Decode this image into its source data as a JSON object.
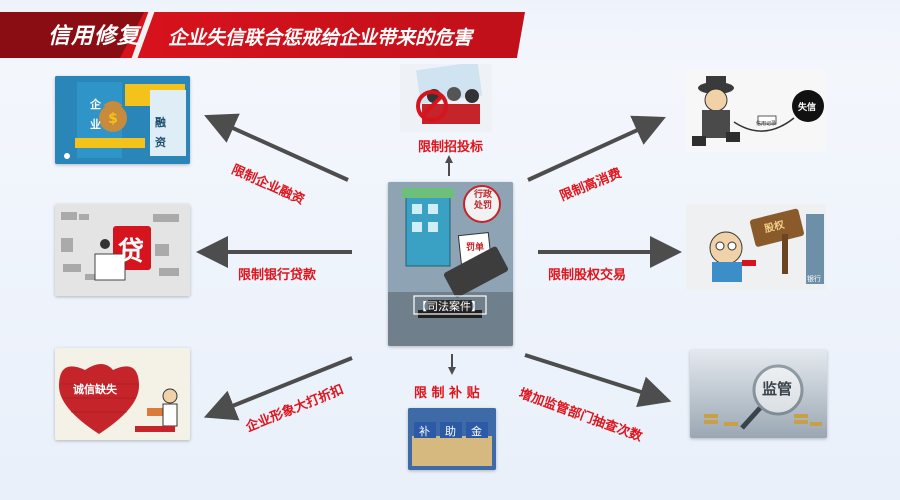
{
  "header": {
    "tag": "信用修复",
    "title": "企业失信联合惩戒给企业带来的危害"
  },
  "center": {
    "caption": "【司法案件】",
    "stamp_text": "行政处罚",
    "book_text": "罚单"
  },
  "branches": {
    "financing": {
      "label": "限制企业融资",
      "img_texts": [
        "企",
        "业",
        "融",
        "资"
      ]
    },
    "bank_loan": {
      "label": "限制银行贷款",
      "img_text": "贷"
    },
    "image": {
      "label": "企业形象大打折扣",
      "img_text": "诚信缺失"
    },
    "bidding": {
      "label": "限制招投标"
    },
    "subsidy": {
      "label": "限 制 补 贴",
      "img_texts": [
        "补",
        "助",
        "金"
      ]
    },
    "consumption": {
      "label": "限制高消费",
      "img_texts": [
        "失信",
        "信用记录"
      ]
    },
    "equity": {
      "label": "限制股权交易",
      "img_texts": [
        "股权",
        "银行"
      ]
    },
    "inspection": {
      "label": "增加监管部门抽查次数",
      "img_text": "监管"
    }
  },
  "colors": {
    "accent_red": "#e0141c",
    "banner_dark": "#8a0d14",
    "arrow_gray": "#4d4d4d"
  }
}
